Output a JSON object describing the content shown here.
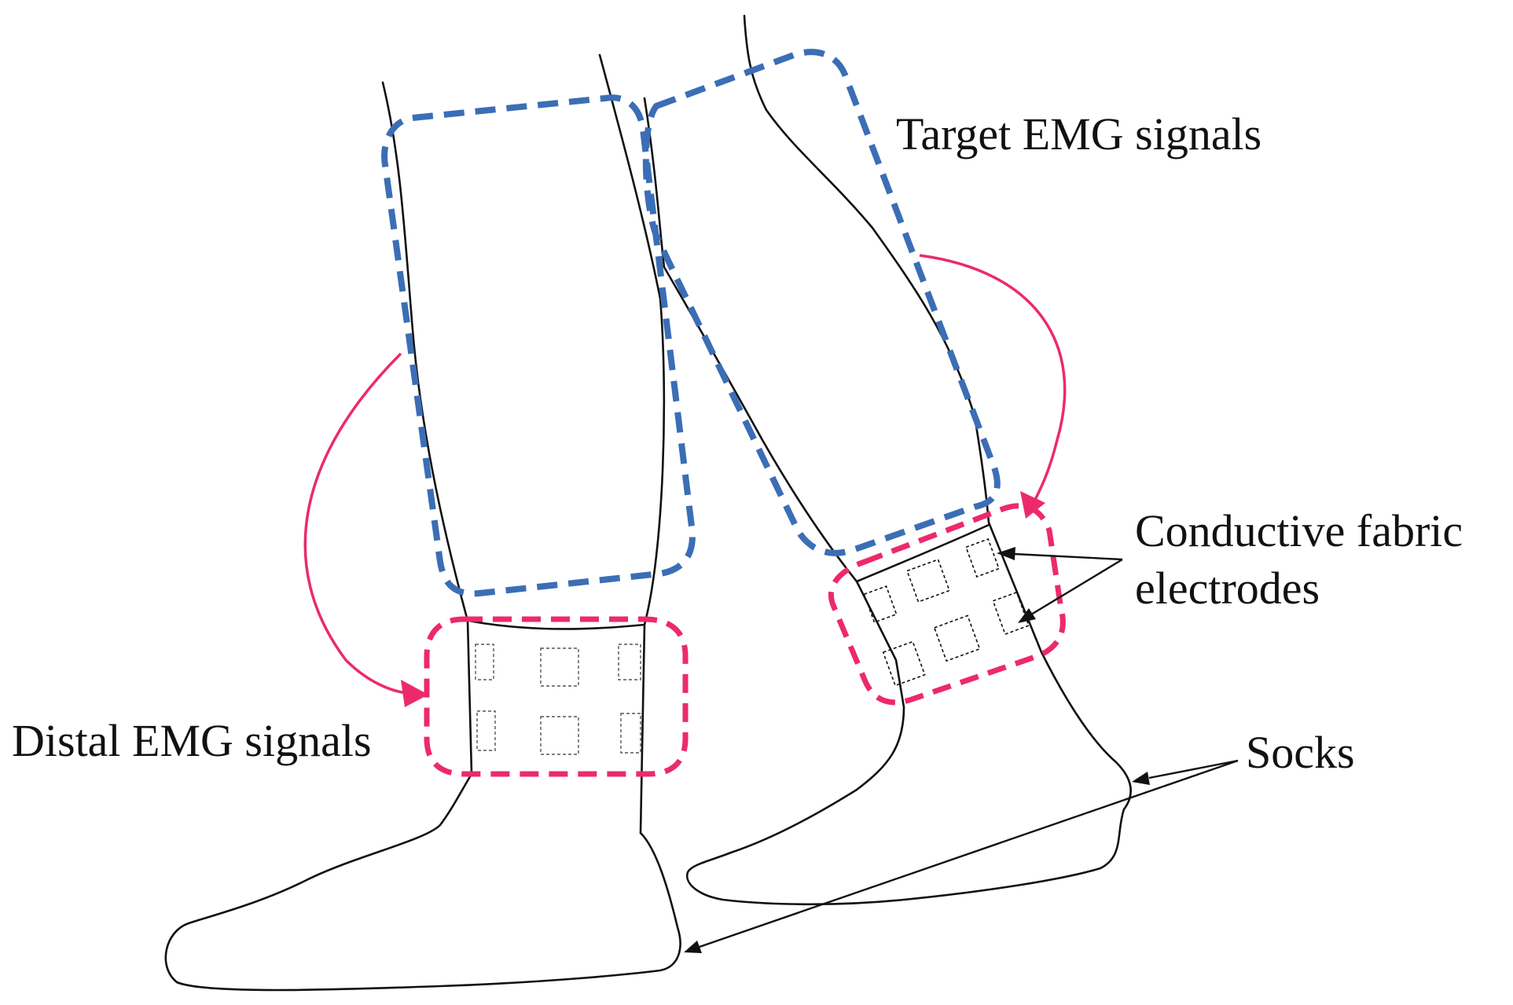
{
  "labels": {
    "target": "Target EMG signals",
    "distal": "Distal EMG signals",
    "conductive_line1": "Conductive fabric",
    "conductive_line2": "electrodes",
    "socks": "Socks"
  },
  "colors": {
    "target_region": "#3b6eb5",
    "distal_region": "#ec2a6b",
    "outline": "#111111"
  }
}
